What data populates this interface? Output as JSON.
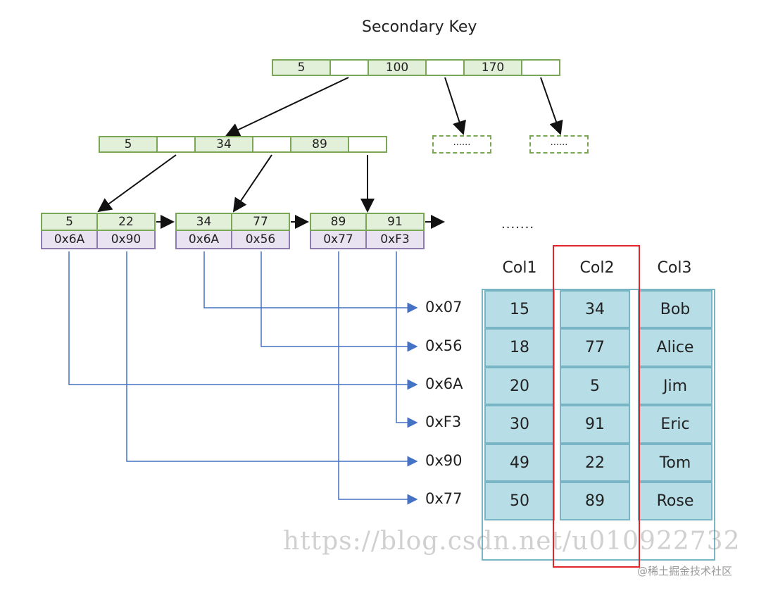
{
  "title": "Secondary Key",
  "root": {
    "keys": [
      "5",
      "100",
      "170"
    ]
  },
  "internal": {
    "keys": [
      "5",
      "34",
      "89"
    ]
  },
  "stub_text": "......",
  "leaves": [
    {
      "keys": [
        "5",
        "22"
      ],
      "addrs": [
        "0x6A",
        "0x90"
      ]
    },
    {
      "keys": [
        "34",
        "77"
      ],
      "addrs": [
        "0x6A",
        "0x56"
      ]
    },
    {
      "keys": [
        "89",
        "91"
      ],
      "addrs": [
        "0x77",
        "0xF3"
      ]
    }
  ],
  "leaf_more": ".......",
  "row_addresses": [
    "0x07",
    "0x56",
    "0x6A",
    "0xF3",
    "0x90",
    "0x77"
  ],
  "table": {
    "headers": [
      "Col1",
      "Col2",
      "Col3"
    ],
    "rows": [
      [
        "15",
        "34",
        "Bob"
      ],
      [
        "18",
        "77",
        "Alice"
      ],
      [
        "20",
        "5",
        "Jim"
      ],
      [
        "30",
        "91",
        "Eric"
      ],
      [
        "49",
        "22",
        "Tom"
      ],
      [
        "50",
        "89",
        "Rose"
      ]
    ]
  },
  "watermark": "https://blog.csdn.net/u010922732",
  "corner_credit": "@稀土掘金技术社区",
  "colors": {
    "key_fill": "#e2efd9",
    "key_border": "#7aa755",
    "addr_fill": "#e9e3f1",
    "table_fill": "#b7dde6",
    "highlight": "#e0252b",
    "pointer_line": "#4472c4"
  }
}
